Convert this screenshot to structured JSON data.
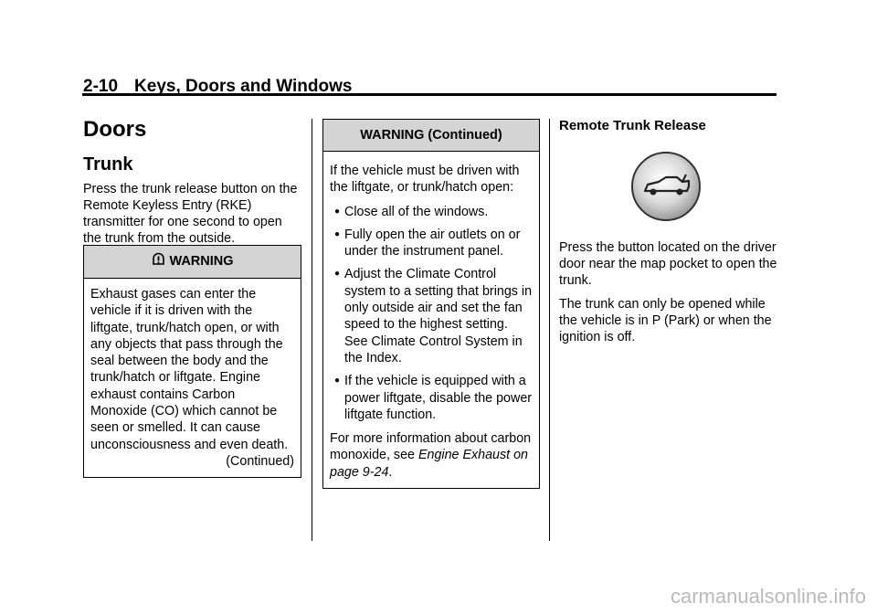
{
  "header": {
    "page_number": "2-10",
    "section": "Keys, Doors and Windows"
  },
  "col1": {
    "h1": "Doors",
    "h2": "Trunk",
    "intro": "Press the trunk release button on the Remote Keyless Entry (RKE) transmitter for one second to open the trunk from the outside.",
    "warning": {
      "title": "WARNING",
      "text": "Exhaust gases can enter the vehicle if it is driven with the liftgate, trunk/hatch open, or with any objects that pass through the seal between the body and the trunk/hatch or liftgate. Engine exhaust contains Carbon Monoxide (CO) which cannot be seen or smelled. It can cause unconsciousness and even death.",
      "continued": "(Continued)"
    }
  },
  "col2": {
    "warning_title": "WARNING  (Continued)",
    "lead": "If the vehicle must be driven with the liftgate, or trunk/hatch open:",
    "bullets": [
      "Close all of the windows.",
      "Fully open the air outlets on or under the instrument panel.",
      "Adjust the Climate Control system to a setting that brings in only outside air and set the fan speed to the highest setting. See Climate Control System in the Index.",
      "If the vehicle is equipped with a power liftgate, disable the power liftgate function."
    ],
    "more_prefix": "For more information about carbon monoxide, see ",
    "more_link": "Engine Exhaust on page 9-24",
    "more_suffix": "."
  },
  "col3": {
    "h3": "Remote Trunk Release",
    "icon": "trunk-release-icon",
    "p1": "Press the button located on the driver door near the map pocket to open the trunk.",
    "p2": "The trunk can only be opened while the vehicle is in P (Park) or when the ignition is off."
  },
  "watermark": "carmanualsonline.info"
}
